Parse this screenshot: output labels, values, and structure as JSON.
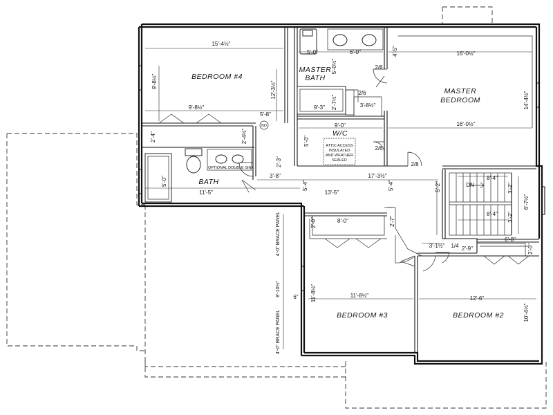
{
  "rooms": {
    "bedroom4": "BEDROOM #4",
    "master_bath_1": "MASTER",
    "master_bath_2": "BATH",
    "master_bedroom_1": "MASTER",
    "master_bedroom_2": "BEDROOM",
    "wic": "W/C",
    "bath": "BATH",
    "bedroom3": "BEDROOM #3",
    "bedroom2": "BEDROOM #2",
    "dn": "DN"
  },
  "notes": {
    "attic_1": "ATTIC ACCESS",
    "attic_2": "INSULATED",
    "attic_3": "AND WEATHER",
    "attic_4": "SEALED",
    "sink": "OPTIONAL DOUBLE SINK",
    "bd": "BD",
    "brace_top": "4'-0\" BRACE PANEL",
    "brace_mid": "8'-10½\"",
    "brace_bot": "4'-0\" BRACE PANEL"
  },
  "dims": {
    "d1": "15'-4½\"",
    "d2": "12'-3½\"",
    "d3": "9'-8½\"",
    "d4": "9'-8½\"",
    "d5": "5'-8\"",
    "d6": "2'-4½\"",
    "d7": "2'-4\"",
    "d8": "5'-0\"",
    "d9": "6'-0\"",
    "d10": "4'-5\"",
    "d11": "16'-0½\"",
    "d12": "5'-0½\"",
    "d13": "2/6",
    "d14": "2/6",
    "d15": "9'-3\"",
    "d16": "2'-7½\"",
    "d17": "3'-8½\"",
    "d18": "14'-4½\"",
    "d19": "16'-0½\"",
    "d20": "9'-0\"",
    "d21": "5'-0\"",
    "d22": "2/6",
    "d23": "2'-3\"",
    "d24": "2/8",
    "d25": "5'-0\"",
    "d26": "11'-5\"",
    "d27": "3'-8\"",
    "d28": "5'-4\"",
    "d29": "13'-5\"",
    "d30": "17'-3½\"",
    "d31": "5'-4\"",
    "d32": "5'-2\"",
    "d33": "8'-4\"",
    "d34": "3'-2\"",
    "d35": "6'-7½\"",
    "d36": "3'-2\"",
    "d37": "8'-4\"",
    "d38": "2'-0\"",
    "d39": "2'-7\"",
    "d40": "8'-0\"",
    "d41": "3'-1½\"",
    "d42": "1/4",
    "d43": "2'-9\"",
    "d44": "6'-8\"",
    "d45": "2'-0\"",
    "d46": "11'-8½\"",
    "d47": "12'-6\"",
    "d48": "10'-4½\"",
    "d49": "6\"",
    "d50": "11'-8½\""
  }
}
